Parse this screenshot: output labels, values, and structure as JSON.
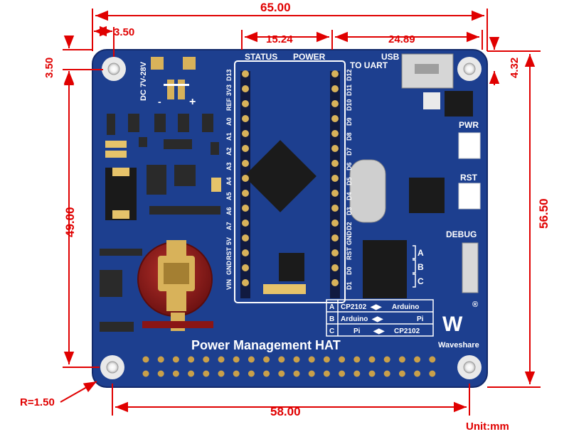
{
  "dimensions": {
    "overall_width": "65.00",
    "hole_offset_x": "3.50",
    "hole_offset_y": "3.50",
    "span_15": "15.24",
    "span_24": "24.89",
    "usb_offset": "4.32",
    "vertical_49": "49.00",
    "vertical_56": "56.50",
    "corner_radius": "R=1.50",
    "bottom_58": "58.00",
    "unit": "Unit:mm"
  },
  "board": {
    "title": "Power Management HAT",
    "brand": "Waveshare",
    "logo_letters": "W",
    "registered_mark": "®",
    "input_label": "DC 7V-28V",
    "minus": "-",
    "plus": "+",
    "status_label": "STATUS",
    "power_label": "POWER",
    "usb_label_1": "USB",
    "usb_label_2": "TO UART",
    "pwr_label": "PWR",
    "rst_label": "RST",
    "debug_label": "DEBUG",
    "switch_labels": [
      "A",
      "B",
      "C"
    ],
    "left_pins": [
      "D13",
      "3V3",
      "REF",
      "A0",
      "A1",
      "A2",
      "A3",
      "A4",
      "A5",
      "A6",
      "A7",
      "5V",
      "RST",
      "GND",
      "VIN"
    ],
    "right_pins": [
      "D12",
      "D11",
      "D10",
      "D9",
      "D8",
      "D7",
      "D6",
      "D5",
      "D4",
      "D3",
      "D2",
      "GND",
      "RST",
      "D0",
      "D1"
    ],
    "mode_table": [
      {
        "key": "A",
        "left": "CP2102",
        "right": "Arduino"
      },
      {
        "key": "B",
        "left": "Arduino",
        "right": "Pi"
      },
      {
        "key": "C",
        "left": "Pi",
        "right": "CP2102"
      }
    ]
  },
  "colors": {
    "dimension": "#e00000",
    "pcb": "#1d3f8f",
    "silkscreen": "#ffffff",
    "battery": "#8e1a1a",
    "gold": "#d8b25a"
  }
}
